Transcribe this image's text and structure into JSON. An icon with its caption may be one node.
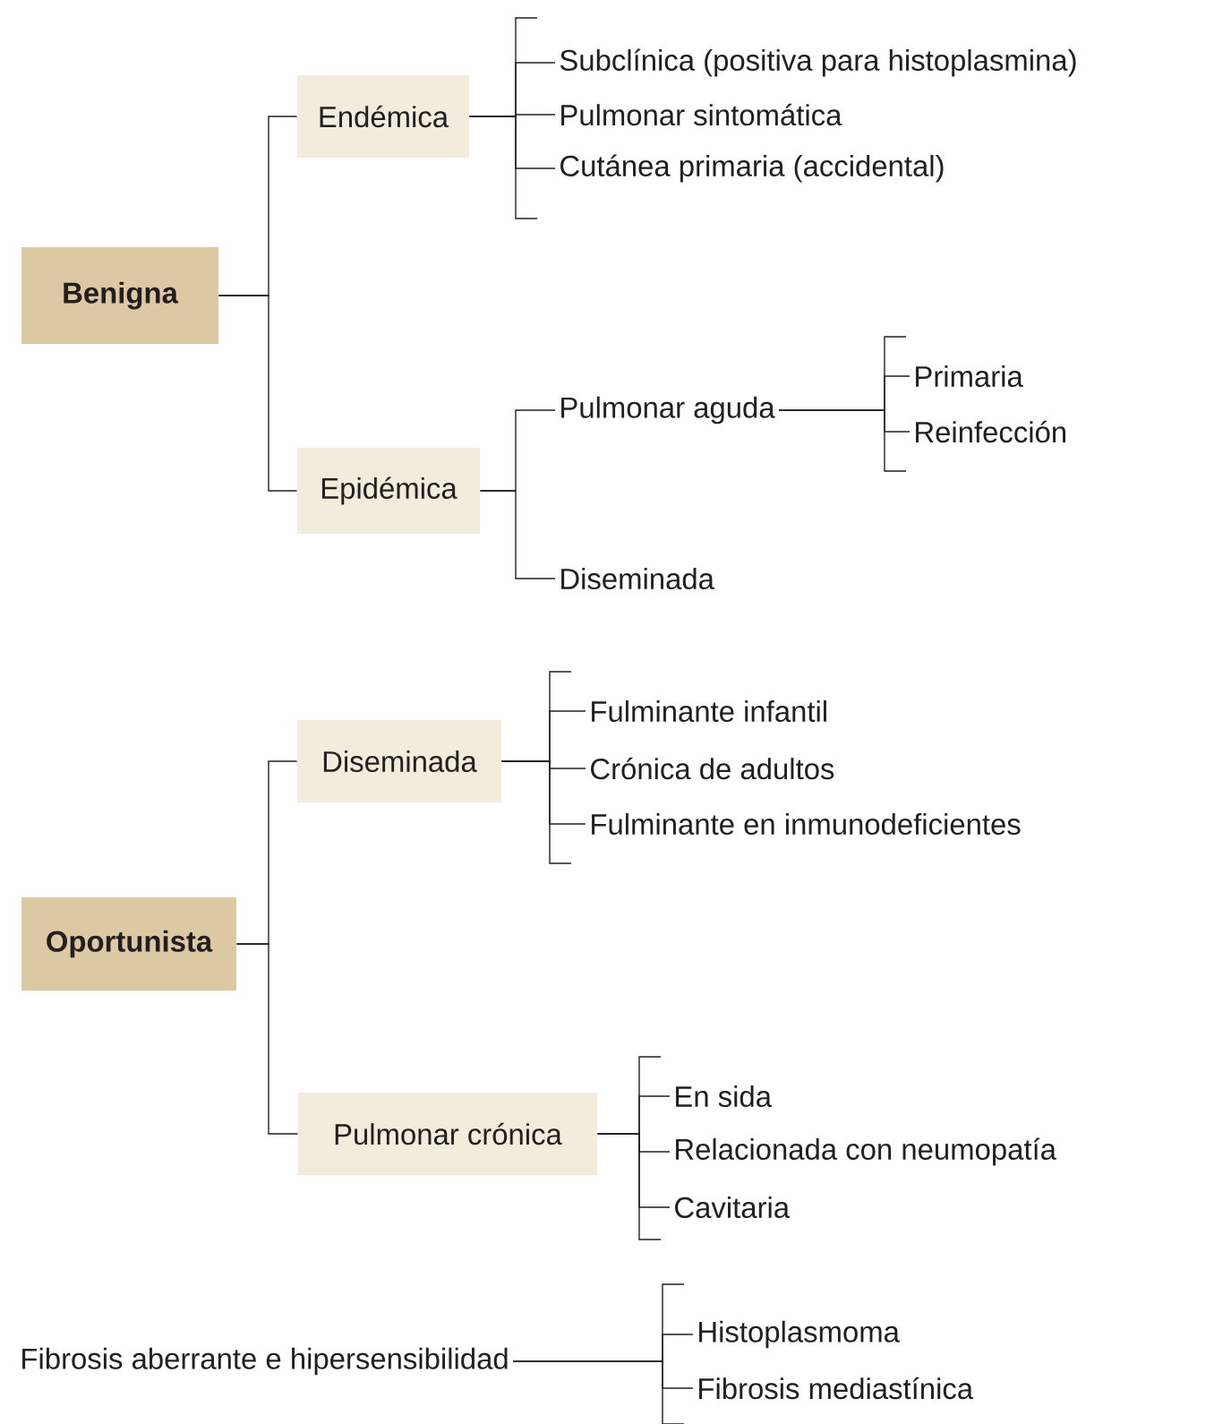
{
  "diagram": {
    "nodes": [
      {
        "text": [
          "Benigna"
        ]
      },
      {
        "text": [
          "Endémica"
        ]
      },
      {
        "text": [
          "Subclínica (positiva para histoplasmina)"
        ]
      },
      {
        "text": [
          "Pulmonar sintomática"
        ]
      },
      {
        "text": [
          "Cutánea primaria (accidental)"
        ]
      },
      {
        "text": [
          "Epidémica"
        ]
      },
      {
        "text": [
          "Pulmonar aguda"
        ]
      },
      {
        "text": [
          "Primaria"
        ]
      },
      {
        "text": [
          "Reinfección"
        ]
      },
      {
        "text": [
          "Diseminada"
        ]
      },
      {
        "text": [
          "Oportunista"
        ]
      },
      {
        "text": [
          "Diseminada"
        ]
      },
      {
        "text": [
          "Fulminante infantil"
        ]
      },
      {
        "text": [
          "Crónica de adultos"
        ]
      },
      {
        "text": [
          "Fulminante en inmunodeficientes"
        ]
      },
      {
        "text": [
          "Pulmonar crónica"
        ]
      },
      {
        "text": [
          "En sida"
        ]
      },
      {
        "text": [
          "Relacionada con neumopatía"
        ]
      },
      {
        "text": [
          "Cavitaria"
        ]
      },
      {
        "text": [
          "Fibrosis aberrante e hipersensibilidad"
        ]
      },
      {
        "text": [
          "Histoplasmoma"
        ]
      },
      {
        "text": [
          "Fibrosis mediastínica"
        ]
      }
    ],
    "edges": [
      {
        "from": 0,
        "to": 1,
        "arrow": "none"
      },
      {
        "from": 0,
        "to": 5,
        "arrow": "none"
      },
      {
        "from": 1,
        "to": 2,
        "arrow": "none"
      },
      {
        "from": 1,
        "to": 3,
        "arrow": "none"
      },
      {
        "from": 1,
        "to": 4,
        "arrow": "none"
      },
      {
        "from": 5,
        "to": 6,
        "arrow": "none"
      },
      {
        "from": 5,
        "to": 9,
        "arrow": "none"
      },
      {
        "from": 6,
        "to": 7,
        "arrow": "none"
      },
      {
        "from": 6,
        "to": 8,
        "arrow": "none"
      },
      {
        "from": 10,
        "to": 11,
        "arrow": "none"
      },
      {
        "from": 10,
        "to": 15,
        "arrow": "none"
      },
      {
        "from": 11,
        "to": 12,
        "arrow": "none"
      },
      {
        "from": 11,
        "to": 13,
        "arrow": "none"
      },
      {
        "from": 11,
        "to": 14,
        "arrow": "none"
      },
      {
        "from": 15,
        "to": 16,
        "arrow": "none"
      },
      {
        "from": 15,
        "to": 17,
        "arrow": "none"
      },
      {
        "from": 15,
        "to": 18,
        "arrow": "none"
      },
      {
        "from": 19,
        "to": 20,
        "arrow": "none"
      },
      {
        "from": 19,
        "to": 21,
        "arrow": "none"
      }
    ]
  }
}
